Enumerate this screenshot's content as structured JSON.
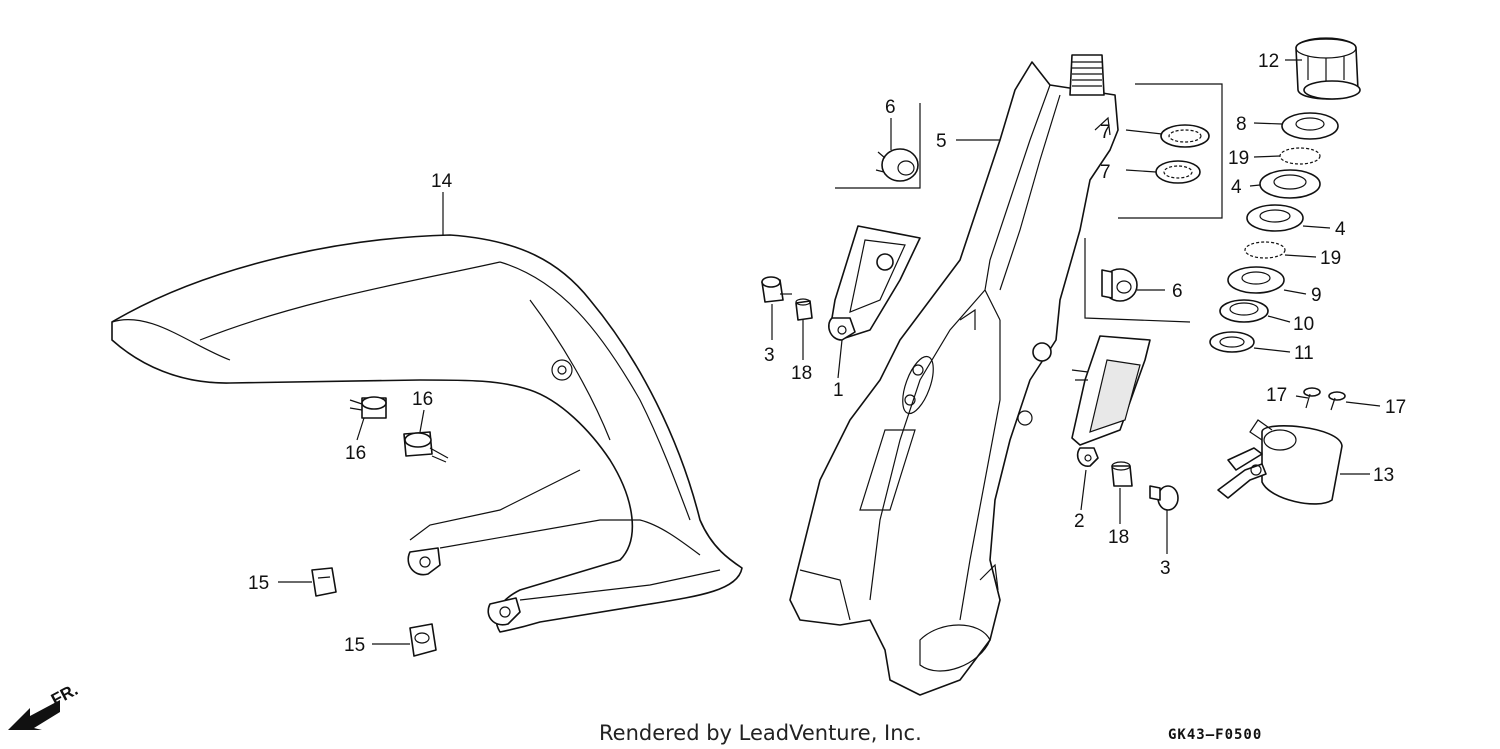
{
  "callouts": {
    "c1": "1",
    "c2": "2",
    "c3a": "3",
    "c3b": "3",
    "c4a": "4",
    "c4b": "4",
    "c5": "5",
    "c6a": "6",
    "c6b": "6",
    "c7a": "7",
    "c7b": "7",
    "c8": "8",
    "c9": "9",
    "c10": "10",
    "c11": "11",
    "c12": "12",
    "c13": "13",
    "c14": "14",
    "c15a": "15",
    "c15b": "15",
    "c16a": "16",
    "c16b": "16",
    "c17a": "17",
    "c17b": "17",
    "c18a": "18",
    "c18b": "18",
    "c19a": "19",
    "c19b": "19"
  },
  "footer": {
    "credit": "Rendered by LeadVenture, Inc.",
    "code": "GK43–F0500"
  },
  "direction": {
    "label": "FR."
  },
  "colors": {
    "ink": "#111111",
    "background": "#ffffff"
  }
}
